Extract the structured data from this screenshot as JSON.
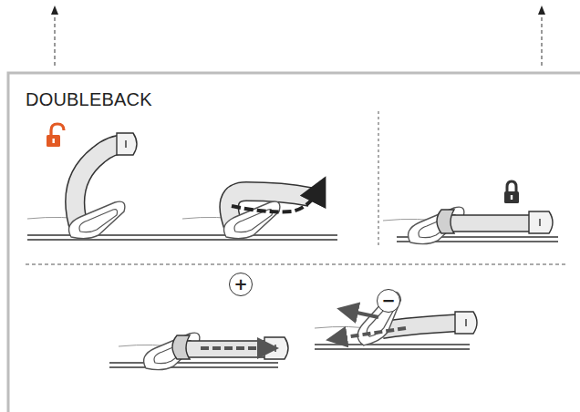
{
  "diagram": {
    "title": "DOUBLEBACK",
    "nodes": [
      {
        "text": [
          "+"
        ]
      },
      {
        "text": [
          "−"
        ]
      }
    ]
  }
}
